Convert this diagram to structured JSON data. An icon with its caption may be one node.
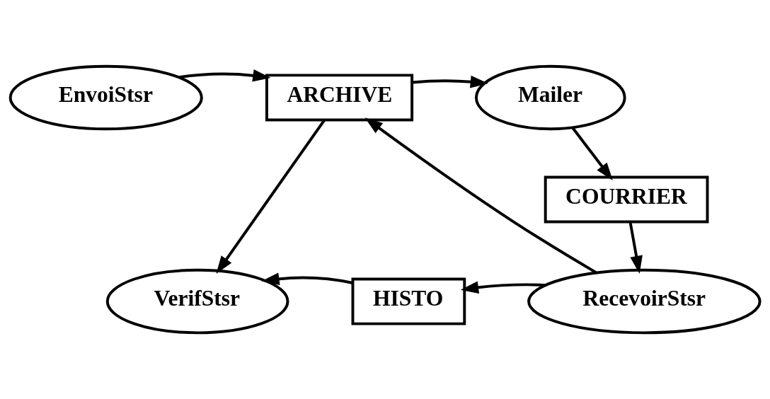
{
  "diagram": {
    "nodes": [
      {
        "text": [
          "EnvoiStsr"
        ]
      },
      {
        "text": [
          "ARCHIVE"
        ]
      },
      {
        "text": [
          "Mailer"
        ]
      },
      {
        "text": [
          "COURRIER"
        ]
      },
      {
        "text": [
          "VerifStsr"
        ]
      },
      {
        "text": [
          "HISTO"
        ]
      },
      {
        "text": [
          "RecevoirStsr"
        ]
      }
    ],
    "edges": [
      {
        "from": 0,
        "to": 1,
        "arrow": "to"
      },
      {
        "from": 1,
        "to": 2,
        "arrow": "to"
      },
      {
        "from": 2,
        "to": 3,
        "arrow": "to"
      },
      {
        "from": 3,
        "to": 6,
        "arrow": "to"
      },
      {
        "from": 6,
        "to": 1,
        "arrow": "to"
      },
      {
        "from": 1,
        "to": 4,
        "arrow": "to"
      },
      {
        "from": 6,
        "to": 5,
        "arrow": "to"
      },
      {
        "from": 5,
        "to": 4,
        "arrow": "to"
      }
    ]
  }
}
